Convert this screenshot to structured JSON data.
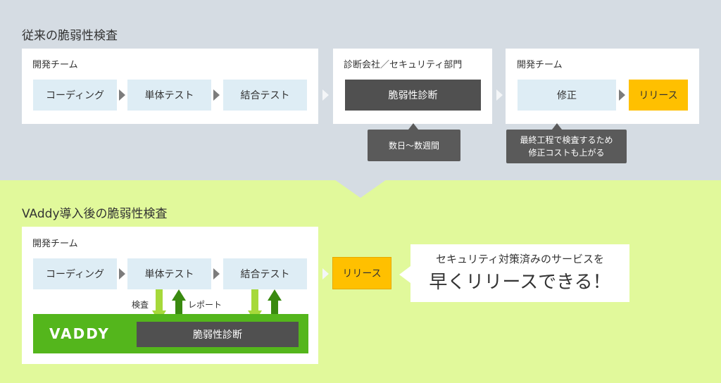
{
  "before": {
    "title": "従来の脆弱性検査",
    "dev_team": {
      "label": "開発チーム",
      "steps": [
        "コーディング",
        "単体テスト",
        "結合テスト"
      ]
    },
    "security": {
      "label": "診断会社／セキュリティ部門",
      "step": "脆弱性診断",
      "callout": "数日〜数週間"
    },
    "release_team": {
      "label": "開発チーム",
      "fix": "修正",
      "release": "リリース",
      "callout_line1": "最終工程で検査するため",
      "callout_line2": "修正コストも上がる"
    }
  },
  "after": {
    "title": "VAddy導入後の脆弱性検査",
    "dev_team": {
      "label": "開発チーム",
      "steps": [
        "コーディング",
        "単体テスト",
        "結合テスト"
      ]
    },
    "inspect_label": "検査",
    "report_label": "レポート",
    "vaddy_logo": "VADDY",
    "vaddy_step": "脆弱性診断",
    "release": "リリース",
    "message_line1": "セキュリティ対策済みのサービスを",
    "message_line2": "早くリリースできる！"
  },
  "colors": {
    "top_bg": "#d5dce3",
    "bottom_bg": "#e1f99b",
    "step_bg": "#deedf5",
    "dark_step": "#505050",
    "release": "#ffc000",
    "vaddy_green": "#54b61c",
    "arrow_light_green": "#a6d93a",
    "arrow_dark_green": "#3a8a10"
  }
}
